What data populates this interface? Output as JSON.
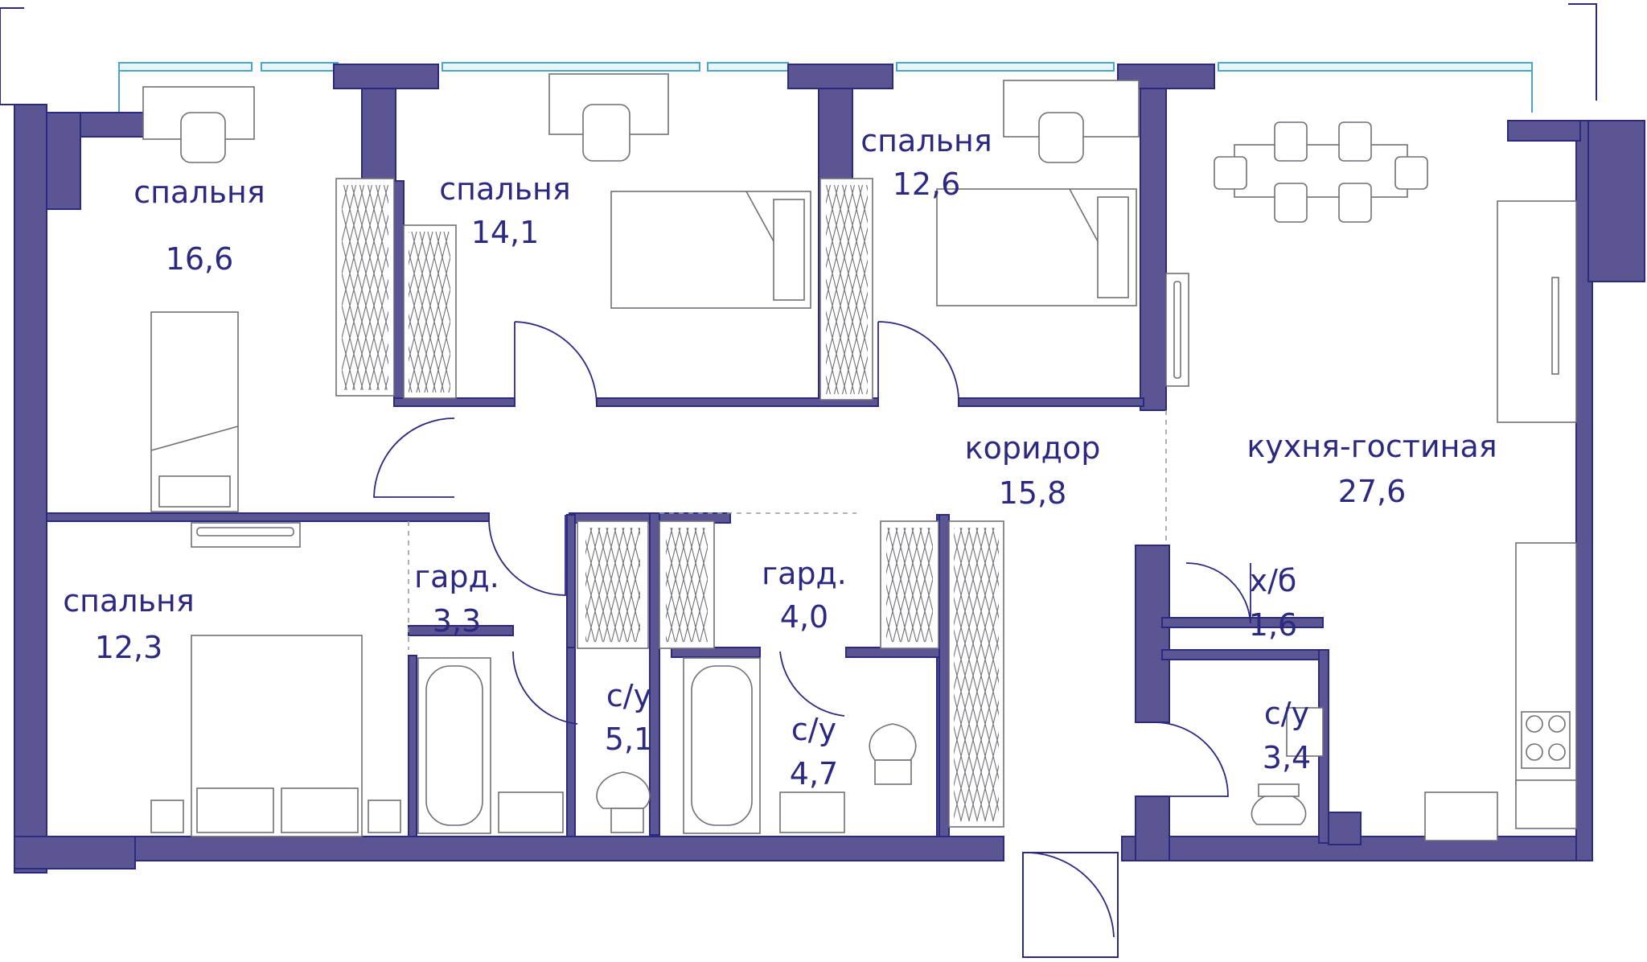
{
  "rooms": [
    {
      "id": "bedroom-1",
      "name": "спальня",
      "area": "16,6"
    },
    {
      "id": "bedroom-2",
      "name": "спальня",
      "area": "14,1"
    },
    {
      "id": "bedroom-3",
      "name": "спальня",
      "area": "12,6"
    },
    {
      "id": "bedroom-4",
      "name": "спальня",
      "area": "12,3"
    },
    {
      "id": "corridor",
      "name": "коридор",
      "area": "15,8"
    },
    {
      "id": "kitchen-living",
      "name": "кухня-гостиная",
      "area": "27,6"
    },
    {
      "id": "wardrobe-1",
      "name": "гард.",
      "area": "3,3"
    },
    {
      "id": "wardrobe-2",
      "name": "гард.",
      "area": "4,0"
    },
    {
      "id": "bathroom-1",
      "name": "с/у",
      "area": "5,1"
    },
    {
      "id": "bathroom-2",
      "name": "с/у",
      "area": "4,7"
    },
    {
      "id": "bathroom-3",
      "name": "с/у",
      "area": "3,4"
    },
    {
      "id": "storage",
      "name": "х/б",
      "area": "1,6"
    }
  ],
  "colors": {
    "wall": "#5b5594",
    "label": "#2c2a80",
    "window": "#4aa7c8"
  }
}
